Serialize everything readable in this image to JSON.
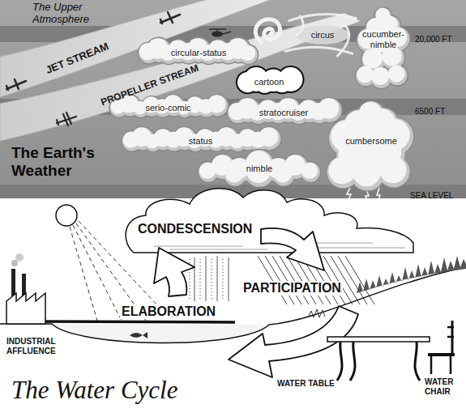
{
  "diagram": {
    "title": "The Water Cycle",
    "nodes": [
      {
        "text": [
          "JET STREAM"
        ]
      },
      {
        "text": [
          "circus"
        ]
      },
      {
        "text": [
          "cucumber-nimble"
        ]
      },
      {
        "text": [
          "circular-status"
        ]
      },
      {
        "text": [
          "PROPELLER STREAM"
        ]
      },
      {
        "text": [
          "cartoon"
        ]
      },
      {
        "text": [
          "serio-comic"
        ]
      },
      {
        "text": [
          "stratocruiser"
        ]
      },
      {
        "text": [
          "status"
        ]
      },
      {
        "text": [
          "cumbersome"
        ]
      },
      {
        "text": [
          "nimble"
        ]
      }
    ],
    "labels": [
      "The Upper Atmosphere",
      "20,000 FT",
      "6500 FT",
      "SEA LEVEL",
      "The Earth's Weather",
      "CONDESCENSION",
      "PARTICIPATION",
      "ELABORATION",
      "INDUSTRIAL AFFLUENCE",
      "WATER TABLE",
      "WATER CHAIR"
    ]
  }
}
